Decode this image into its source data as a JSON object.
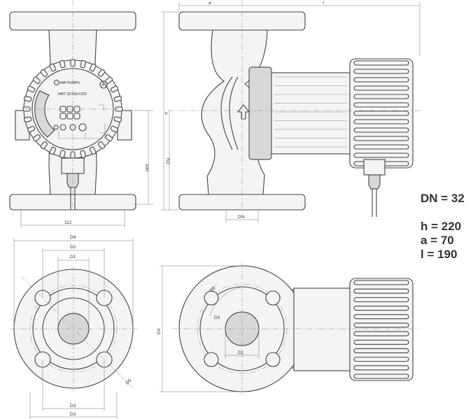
{
  "specs": {
    "dn": "DN = 32",
    "h": "h = 220",
    "a": "a = 70",
    "l": "l = 190"
  },
  "dimensions": {
    "a": "a",
    "l": "l",
    "h": "h",
    "h_half": "h/2",
    "dn": "DN",
    "width_100": "100",
    "width_112": "112",
    "d1": "D1",
    "d2": "D2",
    "d3": "D3",
    "d4": "D4",
    "d5": "D5"
  },
  "nameplate": {
    "brand": "IMP PUMPS",
    "model": "NMT  32/100-F220",
    "badge": "A"
  }
}
